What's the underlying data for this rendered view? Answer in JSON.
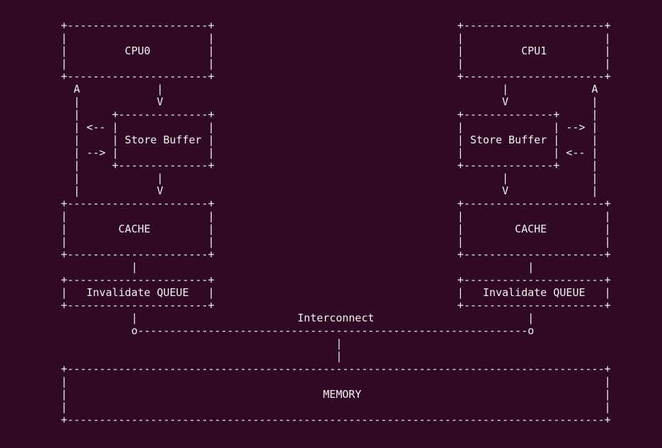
{
  "terminal": {
    "background": "#300A24",
    "foreground": "#F5F2F4"
  },
  "diagram": {
    "components": {
      "cpu0": "CPU0",
      "cpu1": "CPU1",
      "store_buffer_left": "Store Buffer",
      "store_buffer_right": "Store Buffer",
      "cache_left": "CACHE",
      "cache_right": "CACHE",
      "invalidate_queue_left": "Invalidate QUEUE",
      "invalidate_queue_right": "Invalidate QUEUE",
      "interconnect": "Interconnect",
      "memory": "MEMORY"
    },
    "lines": [
      "+----------------------+                                      +----------------------+",
      "|                      |                                      |                      |",
      "|         CPU0         |                                      |         CPU1         |",
      "|                      |                                      |                      |",
      "+----------------------+                                      +----------------------+",
      "  A            |                                                     |             A",
      "  |            V                                                     V             |",
      "  |     +--------------+                                      +--------------+     |",
      "  | <-- |              |                                      |              | --> |",
      "  |     | Store Buffer |                                      | Store Buffer |     |",
      "  | --> |              |                                      |              | <-- |",
      "  |     +--------------+                                      +--------------+     |",
      "  |            |                                                     |             |",
      "  |            V                                                     V             |",
      "+----------------------+                                      +----------------------+",
      "|                      |                                      |                      |",
      "|        CACHE         |                                      |        CACHE         |",
      "|                      |                                      |                      |",
      "+----------------------+                                      +----------------------+",
      "           |                                                             |",
      "+----------------------+                                      +----------------------+",
      "|   Invalidate QUEUE   |                                      |   Invalidate QUEUE   |",
      "+----------------------+                                      +----------------------+",
      "           |                         Interconnect                        |",
      "           o-------------------------------------------------------------o",
      "                                           |",
      "                                           |",
      "+------------------------------------------------------------------------------------+",
      "|                                                                                    |",
      "|                                        MEMORY                                      |",
      "|                                                                                    |",
      "+------------------------------------------------------------------------------------+"
    ]
  }
}
